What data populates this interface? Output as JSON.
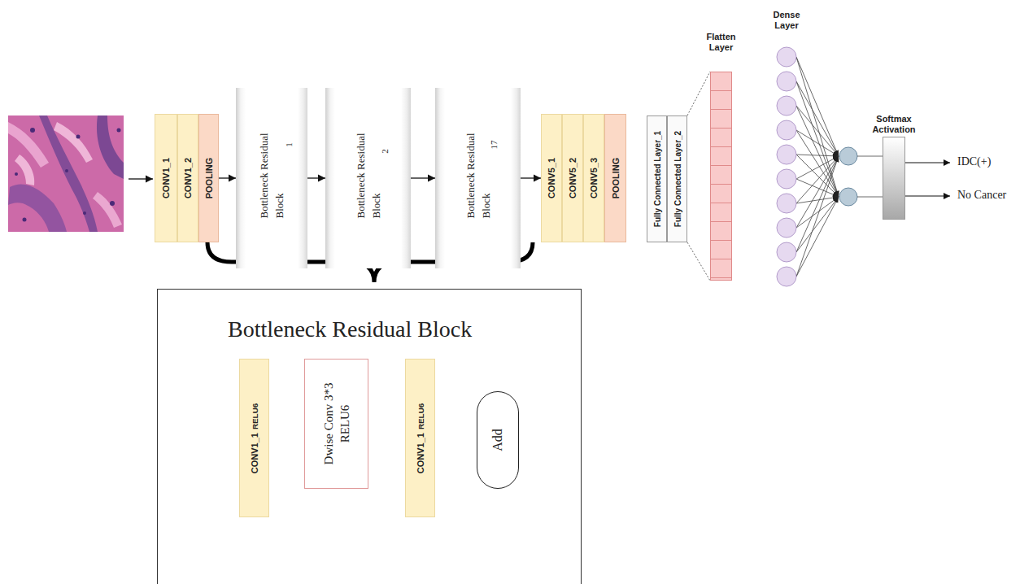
{
  "diagram": {
    "nodes": [
      {
        "text": [
          "CONV1_1"
        ]
      },
      {
        "text": [
          "CONV1_2"
        ]
      },
      {
        "text": [
          "POOLING"
        ]
      },
      {
        "text": [
          "Bottleneck Residual Block",
          "1"
        ]
      },
      {
        "text": [
          "Bottleneck Residual Block",
          "2"
        ]
      },
      {
        "text": [
          "Bottleneck Residual Block",
          "17"
        ]
      },
      {
        "text": [
          "CONV5_1"
        ]
      },
      {
        "text": [
          "CONV5_2"
        ]
      },
      {
        "text": [
          "CONV5_3"
        ]
      },
      {
        "text": [
          "POOLING"
        ]
      },
      {
        "text": [
          "Fully Connected Layer_1"
        ]
      },
      {
        "text": [
          "Fully Connected Layer_2"
        ]
      },
      {
        "text": [
          "Flatten Layer"
        ]
      },
      {
        "text": [
          "Softmax Activation"
        ]
      },
      {
        "text": [
          "Bottleneck Residual Block"
        ]
      },
      {
        "text": [
          "CONV1_1",
          "RELU6"
        ],
        "in": 14
      },
      {
        "text": [
          "Dwise Conv 3*3 RELU6"
        ],
        "in": 14
      },
      {
        "text": [
          "CONV1_1",
          "RELU6"
        ],
        "in": 14
      },
      {
        "text": [
          "Add"
        ],
        "in": 14
      }
    ],
    "edges": [
      {
        "from": 2,
        "to": 3,
        "arrow": "to"
      },
      {
        "from": 3,
        "to": 4,
        "arrow": "to"
      },
      {
        "from": 4,
        "to": 5,
        "arrow": "to"
      },
      {
        "from": 5,
        "to": 6,
        "arrow": "to"
      },
      {
        "from": 11,
        "to": 12,
        "arrow": "none"
      },
      {
        "from": 15,
        "to": 16,
        "arrow": "to"
      },
      {
        "from": 16,
        "to": 17,
        "arrow": "to"
      },
      {
        "from": 17,
        "to": 18,
        "arrow": "to"
      }
    ],
    "labels": [
      "Dense Layer",
      "IDC(+)",
      "No Cancer"
    ]
  }
}
